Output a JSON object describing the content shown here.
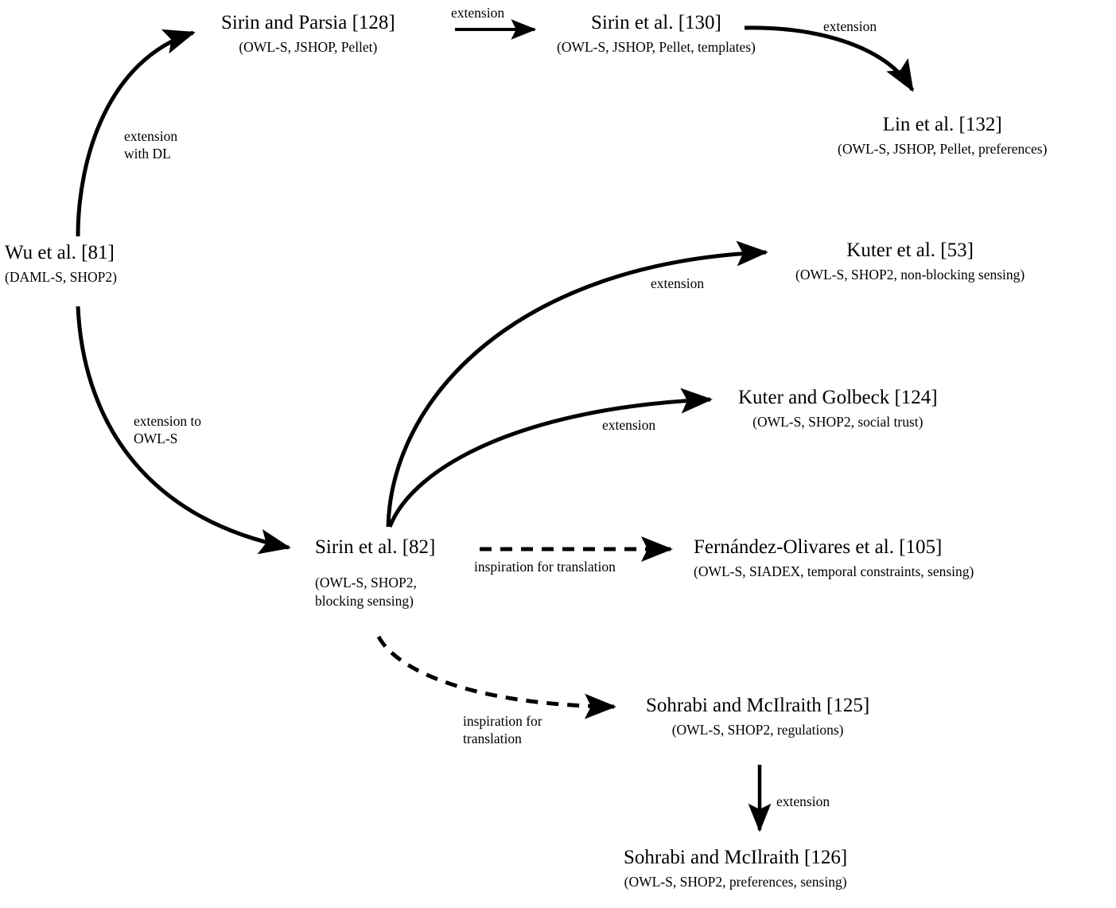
{
  "diagram": {
    "type": "flow-graph",
    "title": "",
    "background_color": "#ffffff",
    "line_color": "#000000",
    "text_color": "#000000"
  },
  "nodes": [
    {
      "id": "wu81",
      "title": "Wu et al. [81]",
      "subtitle": "(DAML-S, SHOP2)"
    },
    {
      "id": "sirin-parsia128",
      "title": "Sirin and Parsia [128]",
      "subtitle": "(OWL-S, JSHOP, Pellet)"
    },
    {
      "id": "sirin130",
      "title": "Sirin et al. [130]",
      "subtitle": "(OWL-S, JSHOP, Pellet, templates)"
    },
    {
      "id": "lin132",
      "title": "Lin et al. [132]",
      "subtitle": "(OWL-S, JSHOP, Pellet, preferences)"
    },
    {
      "id": "kuter53",
      "title": "Kuter et al. [53]",
      "subtitle": "(OWL-S, SHOP2, non-blocking sensing)"
    },
    {
      "id": "kuter-golbeck124",
      "title": "Kuter and Golbeck [124]",
      "subtitle": "(OWL-S, SHOP2, social trust)"
    },
    {
      "id": "sirin82",
      "title": "Sirin et al. [82]",
      "subtitle": "(OWL-S, SHOP2, blocking sensing)"
    },
    {
      "id": "fernandez105",
      "title": "Fernández-Olivares et al. [105]",
      "subtitle": "(OWL-S, SIADEX, temporal constraints, sensing)"
    },
    {
      "id": "sohrabi125",
      "title": "Sohrabi and McIlraith [125]",
      "subtitle": "(OWL-S, SHOP2, regulations)"
    },
    {
      "id": "sohrabi126",
      "title": "Sohrabi and McIlraith [126]",
      "subtitle": "(OWL-S, SHOP2, preferences, sensing)"
    }
  ],
  "edges": [
    {
      "id": "e1",
      "from": "wu81",
      "to": "sirin-parsia128",
      "label": "extension with DL",
      "style": "solid",
      "shape": "curved"
    },
    {
      "id": "e2",
      "from": "sirin-parsia128",
      "to": "sirin130",
      "label": "extension",
      "style": "solid",
      "shape": "straight"
    },
    {
      "id": "e3",
      "from": "sirin130",
      "to": "lin132",
      "label": "extension",
      "style": "solid",
      "shape": "curved"
    },
    {
      "id": "e4",
      "from": "wu81",
      "to": "sirin82",
      "label": "extension to OWL-S",
      "style": "solid",
      "shape": "curved"
    },
    {
      "id": "e5",
      "from": "sirin82",
      "to": "kuter53",
      "label": "extension",
      "style": "solid",
      "shape": "curved"
    },
    {
      "id": "e6",
      "from": "sirin82",
      "to": "kuter-golbeck124",
      "label": "extension",
      "style": "solid",
      "shape": "curved"
    },
    {
      "id": "e7",
      "from": "sirin82",
      "to": "fernandez105",
      "label": "inspiration for translation",
      "style": "dashed",
      "shape": "straight"
    },
    {
      "id": "e8",
      "from": "sirin82",
      "to": "sohrabi125",
      "label": "inspiration for translation",
      "style": "dashed",
      "shape": "curved"
    },
    {
      "id": "e9",
      "from": "sohrabi125",
      "to": "sohrabi126",
      "label": "extension",
      "style": "solid",
      "shape": "straight"
    }
  ],
  "edge_labels": {
    "e1_line1": "extension",
    "e1_line2": "with DL",
    "e2": "extension",
    "e3": "extension",
    "e4_line1": "extension to",
    "e4_line2": "OWL-S",
    "e5": "extension",
    "e6": "extension",
    "e7": "inspiration for translation",
    "e8_line1": "inspiration for",
    "e8_line2": "translation",
    "e9": "extension"
  }
}
